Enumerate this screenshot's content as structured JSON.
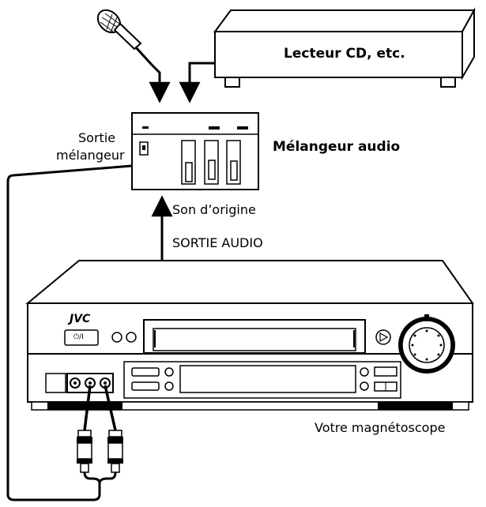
{
  "labels": {
    "cd_player": "Lecteur CD, etc.",
    "mixer": "Mélangeur audio",
    "mixer_output_line1": "Sortie",
    "mixer_output_line2": "mélangeur",
    "original_sound": "Son d’origine",
    "audio_out": "SORTIE AUDIO",
    "vcr": "Votre magnétoscope",
    "brand": "JVC",
    "power_symbol": "⏻/I"
  },
  "colors": {
    "line": "#000000",
    "fill": "#ffffff",
    "shade": "#d9d9d9"
  }
}
